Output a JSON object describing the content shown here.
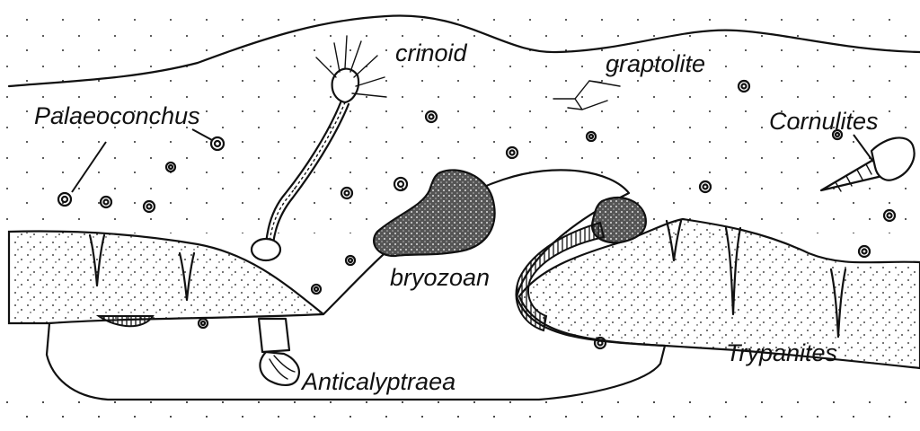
{
  "labels": {
    "crinoid": "crinoid",
    "graptolite": "graptolite",
    "palaeoconchus": "Palaeoconchus",
    "cornulites": "Cornulites",
    "bryozoan": "bryozoan",
    "anticalyptraea": "Anticalyptraea",
    "trypanites": "Trypanites"
  },
  "colors": {
    "ink": "#111111",
    "background": "#ffffff",
    "bryozoan_fill": "#555555"
  }
}
